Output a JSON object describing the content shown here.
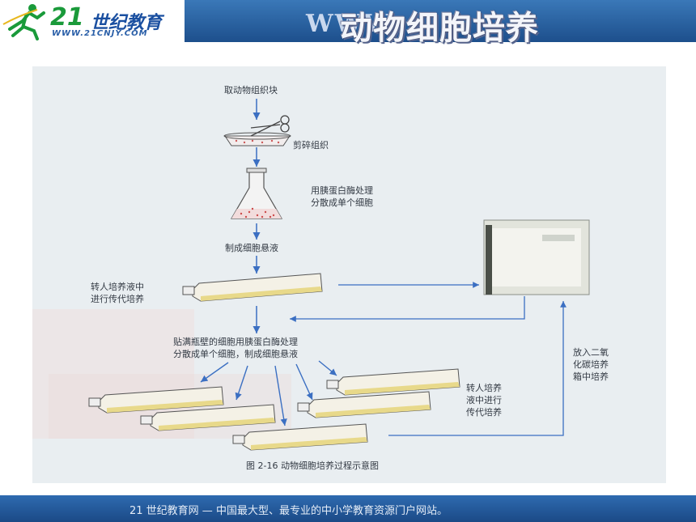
{
  "header": {
    "logo_number": "21",
    "logo_text": "世纪教育",
    "logo_url": "WWW.21CNJY.COM",
    "www_text": "WWW",
    "title": "动物细胞培养"
  },
  "diagram": {
    "steps": {
      "tissue": "取动物组织块",
      "cut": "剪碎组织",
      "trypsin": [
        "用胰蛋白酶处理",
        "分散成单个细胞"
      ],
      "suspension": "制成细胞悬液",
      "transfer1": [
        "转人培养液中",
        "进行传代培养"
      ],
      "wall_cells": [
        "贴满瓶壁的细胞用胰蛋白酶处理",
        "分散成单个细胞，制成细胞悬液"
      ],
      "transfer2": [
        "转人培养",
        "液中进行",
        "传代培养"
      ],
      "co2": [
        "放入二氧",
        "化碳培养",
        "箱中培养"
      ]
    },
    "caption": "图 2-16    动物细胞培养过程示意图"
  },
  "footer": {
    "text": "21 世纪教育网 — 中国最大型、最专业的中小学教育资源门户网站。"
  },
  "colors": {
    "header_blue": "#1d4f8c",
    "arrow_blue": "#3b6fc2",
    "title_white": "#f3f5fa"
  }
}
